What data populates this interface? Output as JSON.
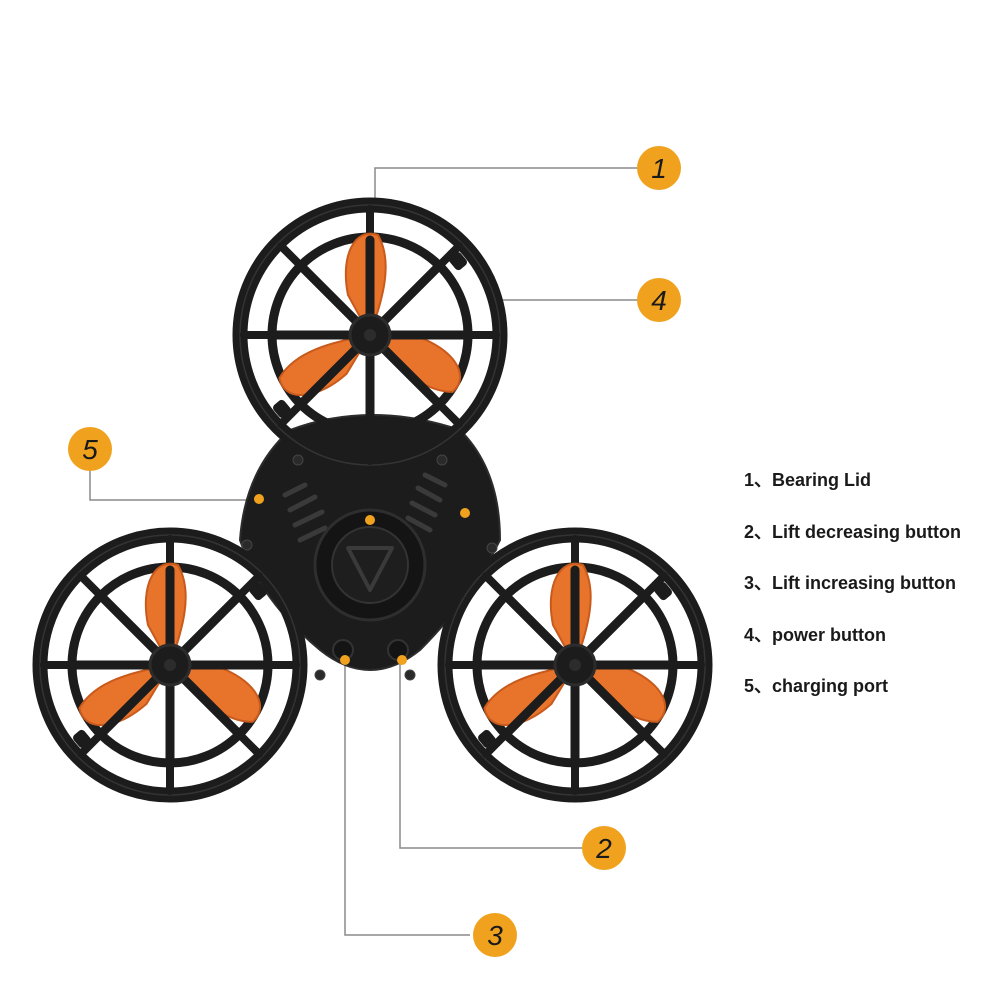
{
  "colors": {
    "body": "#1c1c1c",
    "body_edge": "#2c2c2c",
    "propeller": "#e8742c",
    "accent_orange": "#f0a21f",
    "leader_line": "#8a8a8a",
    "text": "#1a1a1a",
    "background": "#ffffff"
  },
  "callouts": [
    {
      "id": "1",
      "number": "1"
    },
    {
      "id": "4",
      "number": "4"
    },
    {
      "id": "5",
      "number": "5"
    },
    {
      "id": "2",
      "number": "2"
    },
    {
      "id": "3",
      "number": "3"
    }
  ],
  "legend": {
    "items": [
      {
        "text": "1、Bearing Lid"
      },
      {
        "text": "2、Lift decreasing button"
      },
      {
        "text": "3、Lift increasing button"
      },
      {
        "text": "4、power button"
      },
      {
        "text": "5、charging port"
      }
    ]
  },
  "icons": {
    "product": "flying-spinner-drone-icon",
    "propeller": "propeller-icon"
  }
}
